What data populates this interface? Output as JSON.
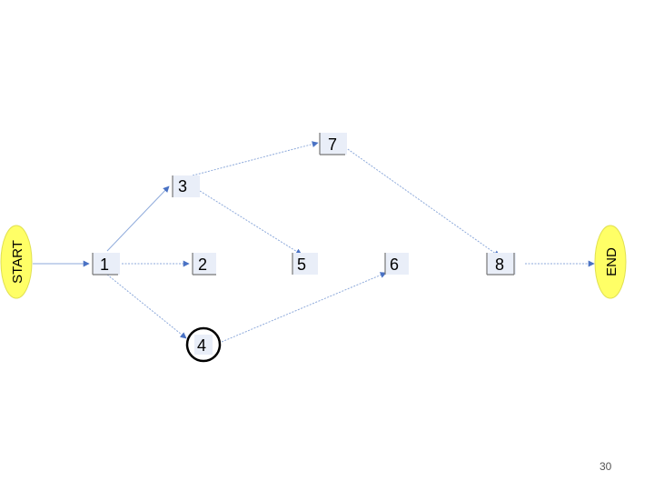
{
  "diagram": {
    "start_label": "START",
    "end_label": "END",
    "nodes": {
      "n1": "1",
      "n2": "2",
      "n3": "3",
      "n4": "4",
      "n5": "5",
      "n6": "6",
      "n7": "7",
      "n8": "8"
    },
    "highlighted_node": "4",
    "colors": {
      "terminal_fill": "#ffff66",
      "node_fill": "#e9eef8",
      "edge": "#8eaadb",
      "arrow": "#4a72c4"
    }
  },
  "page_number": "30"
}
